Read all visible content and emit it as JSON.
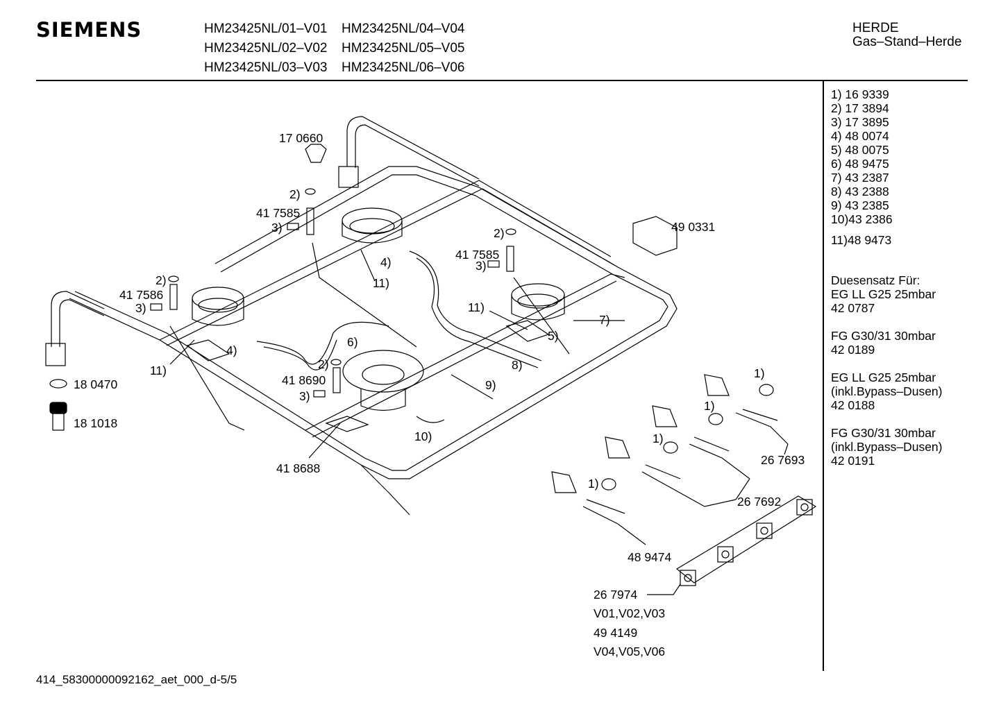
{
  "header": {
    "brand": "SIEMENS",
    "models": [
      "HM23425NL/01–V01",
      "HM23425NL/04–V04",
      "HM23425NL/02–V02",
      "HM23425NL/05–V05",
      "HM23425NL/03–V03",
      "HM23425NL/06–V06"
    ],
    "category": [
      "HERDE",
      "Gas–Stand–Herde"
    ]
  },
  "legend": [
    "1) 16 9339",
    "2) 17 3894",
    "3) 17 3895",
    "4) 48 0074",
    "5) 48 0075",
    "6) 48 9475",
    "7) 43 2387",
    "8) 43 2388",
    "9) 43 2385",
    "10)43 2386",
    "11)48 9473"
  ],
  "nozzle_sets": {
    "title": [
      "Duesensatz Für:",
      "EG LL G25 25mbar",
      "42 0787"
    ],
    "groups": [
      [
        "FG G30/31 30mbar",
        "42 0189"
      ],
      [
        "EG LL G25 25mbar",
        "(inkl.Bypass–Dusen)",
        "42 0188"
      ],
      [
        "FG G30/31 30mbar",
        "(inkl.Bypass–Dusen)",
        "42 0191"
      ]
    ]
  },
  "labels": {
    "p170660": "17 0660",
    "p417585a": "41 7585",
    "p417585b": "41 7585",
    "p417586": "41 7586",
    "p418690": "41 8690",
    "p418688": "41 8688",
    "p490331": "49 0331",
    "p180470": "18 0470",
    "p181018": "18 1018",
    "p267693": "26 7693",
    "p267692": "26 7692",
    "p489474": "48 9474",
    "p267974": "26 7974",
    "v1": "V01,V02,V03",
    "p494149": "49 4149",
    "v2": "V04,V05,V06",
    "c2": "2)",
    "c3": "3)",
    "c4": "4)",
    "c5": "5)",
    "c6": "6)",
    "c7": "7)",
    "c8": "8)",
    "c9": "9)",
    "c10": "10)",
    "c11": "11)",
    "c1": "1)"
  },
  "footer": "414_58300000092162_aet_000_d-5/5"
}
